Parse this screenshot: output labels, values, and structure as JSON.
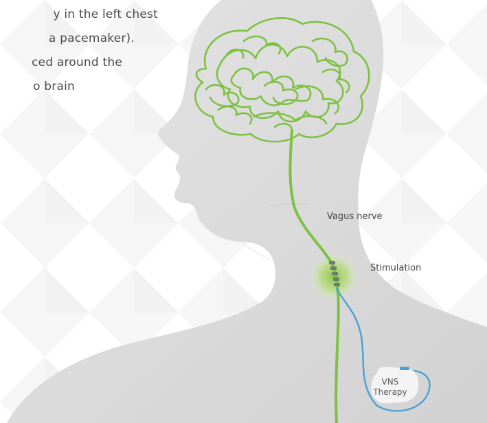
{
  "intro": {
    "lines": [
      "y in the left chest",
      "a pacemaker).",
      "ced around the",
      "o brain"
    ]
  },
  "labels": {
    "vagus_nerve": "Vagus nerve",
    "stimulation": "Stimulation",
    "device_line1": "VNS",
    "device_line2": "Therapy"
  },
  "colors": {
    "nerve": "#7cc142",
    "lead": "#4a9fd8",
    "silhouette": "#dcdcdc",
    "glow": "#a6d86b"
  }
}
